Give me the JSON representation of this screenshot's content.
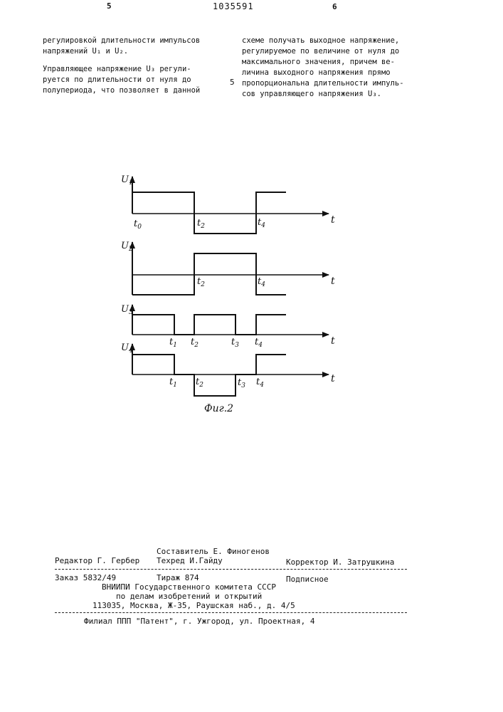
{
  "header": {
    "left_page": "5",
    "patent_number": "1035591",
    "right_page": "6"
  },
  "left_column": {
    "lines": [
      "регулировкой длительности импульсов",
      "напряжений U₁ и U₂.",
      "",
      "Управляющее напряжение U₃ регули-",
      "руется по длительности от нуля до",
      "полупериода, что позволяет в данной"
    ]
  },
  "right_column": {
    "lines": [
      "схеме получать выходное напряжение,",
      "регулируемое по величине от нуля до",
      "максимального значения, причем ве-",
      "личина выходного напряжения прямо",
      "пропорциональна длительности импуль-",
      "сов управляющего напряжения U₃."
    ]
  },
  "margin_line_number": "5",
  "figure": {
    "caption": "Фиг.2",
    "time_axis_label": "t",
    "plots": [
      {
        "signal": "U1",
        "label_main": "U",
        "label_sub": "1",
        "ticks": [
          {
            "t": "t",
            "sub": "0"
          },
          {
            "t": "t",
            "sub": "2"
          },
          {
            "t": "t",
            "sub": "4"
          }
        ]
      },
      {
        "signal": "U2",
        "label_main": "U",
        "label_sub": "2",
        "ticks": [
          {
            "t": "t",
            "sub": "2"
          },
          {
            "t": "t",
            "sub": "4"
          }
        ]
      },
      {
        "signal": "U3",
        "label_main": "U",
        "label_sub": "3",
        "ticks": [
          {
            "t": "t",
            "sub": "1"
          },
          {
            "t": "t",
            "sub": "2"
          },
          {
            "t": "t",
            "sub": "3"
          },
          {
            "t": "t",
            "sub": "4"
          }
        ]
      },
      {
        "signal": "U4",
        "label_main": "U",
        "label_sub": "4",
        "ticks": [
          {
            "t": "t",
            "sub": "1"
          },
          {
            "t": "t",
            "sub": "2"
          },
          {
            "t": "t",
            "sub": "3"
          },
          {
            "t": "t",
            "sub": "4"
          }
        ]
      }
    ]
  },
  "imprint": {
    "compiler": "Составитель Е. Финогенов",
    "editor": "Редактор Г. Гербер",
    "techred": "Техред И.Гайду",
    "corrector": "Корректор И. Затрушкина",
    "order": "Заказ 5832/49",
    "circulation": "Тираж 874",
    "subscription": "Подписное",
    "org_line1": "ВНИИПИ Государственного комитета СССР",
    "org_line2": "по делам изобретений и открытий",
    "address": "113035, Москва, Ж-35, Раушская наб., д. 4/5",
    "branch": "Филиал ППП \"Патент\", г. Ужгород, ул. Проектная, 4"
  }
}
